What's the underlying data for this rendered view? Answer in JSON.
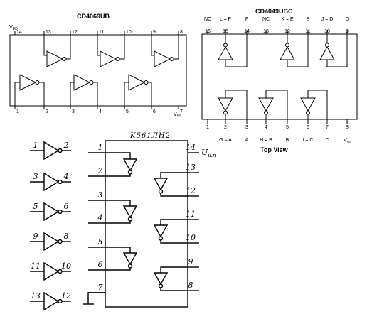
{
  "cd4069": {
    "title": "CD4069UB",
    "vdd": "V",
    "vdd_sub": "DD",
    "vss": "V",
    "vss_sub": "SS",
    "top_pins": [
      "14",
      "13",
      "12",
      "11",
      "10",
      "9",
      "8"
    ],
    "bottom_pins": [
      "1",
      "2",
      "3",
      "4",
      "5",
      "6",
      "7"
    ]
  },
  "cd4049": {
    "title": "CD4049UBC",
    "top_labels": [
      "NC",
      "L = F",
      "F",
      "NC",
      "K = E",
      "E",
      "J = D",
      "D"
    ],
    "top_pins": [
      "16",
      "15",
      "14",
      "13",
      "12",
      "11",
      "10",
      "9"
    ],
    "bottom_labels": [
      "G = A",
      "A",
      "H = B",
      "B",
      "I = C",
      "C",
      "V"
    ],
    "vss_sub": "SS",
    "bottom_pins": [
      "1",
      "2",
      "3",
      "4",
      "5",
      "6",
      "7",
      "8"
    ],
    "caption": "Top View"
  },
  "k561": {
    "title": "K561ЛН2",
    "supply": "U",
    "supply_sub": "и.п",
    "left_pins": [
      "1",
      "2",
      "3",
      "4",
      "5",
      "6",
      "7"
    ],
    "right_pins": [
      "14",
      "13",
      "12",
      "11",
      "10",
      "9",
      "8"
    ]
  },
  "pairs": [
    {
      "in": "1",
      "out": "2"
    },
    {
      "in": "3",
      "out": "4"
    },
    {
      "in": "5",
      "out": "6"
    },
    {
      "in": "9",
      "out": "8"
    },
    {
      "in": "11",
      "out": "10"
    },
    {
      "in": "13",
      "out": "12"
    }
  ]
}
